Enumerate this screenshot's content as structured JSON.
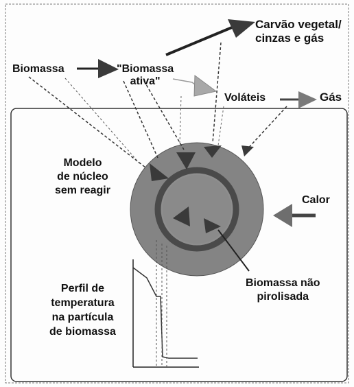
{
  "labels": {
    "biomassa": "Biomassa",
    "biomassa_ativa": "\"Biomassa\nativa\"",
    "carvao": "Carvão vegetal/\ncinzas e gás",
    "volateis": "Voláteis",
    "gas": "Gás",
    "modelo": "Modelo\nde núcleo\nsem reagir",
    "calor": "Calor",
    "nao_pirolisada": "Biomassa não\npirolisada",
    "perfil": "Perfil de\ntemperatura\nna partícula\nde biomassa"
  },
  "colors": {
    "outer_particle": "#848484",
    "core_ring": "#4a4a4a",
    "core": "#8e8e8e",
    "arrow_dark": "#3a3a3a",
    "arrow_light": "#a8a8a8",
    "box_border": "#333333"
  }
}
